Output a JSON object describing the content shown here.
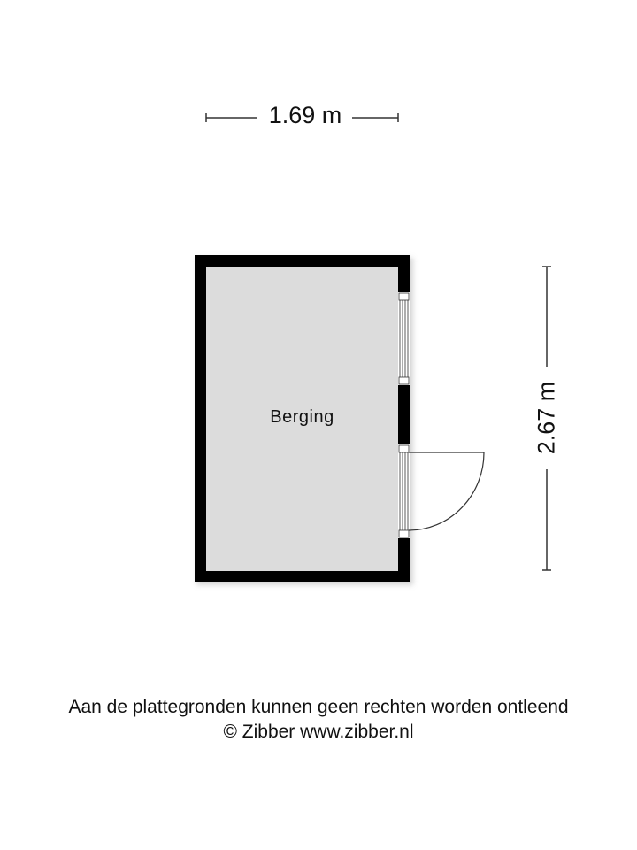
{
  "plan": {
    "room_label": "Berging",
    "width_dimension": "1.69 m",
    "height_dimension": "2.67 m"
  },
  "footer": {
    "disclaimer": "Aan de plattegronden kunnen geen rechten worden ontleend",
    "copyright": "© Zibber www.zibber.nl"
  },
  "colors": {
    "wall": "#000000",
    "floor": "#dcdcdc",
    "line": "#333333"
  }
}
